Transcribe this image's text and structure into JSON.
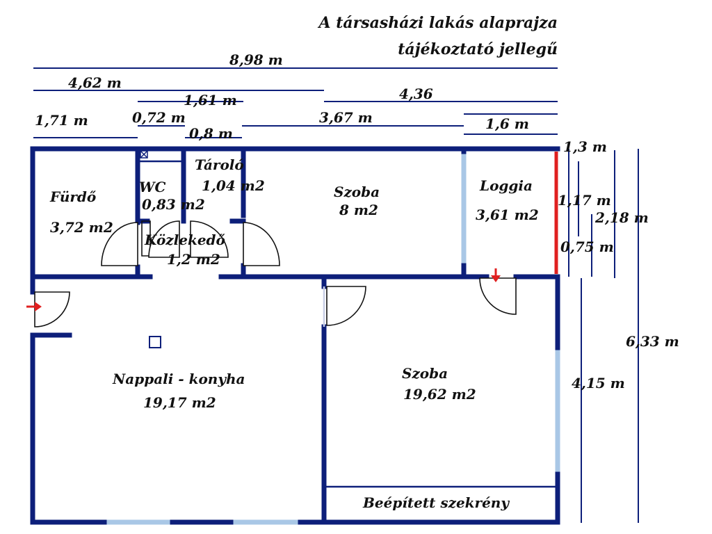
{
  "colors": {
    "wall": "#0d1f7a",
    "window": "#a9c7e6",
    "loggia_edge": "#e02020",
    "arrow": "#e02020",
    "text": "#111111"
  },
  "title": {
    "line1": "A társasházi lakás alaprajza",
    "line2": "tájékoztató jellegű"
  },
  "dimensions": {
    "total_width": "8,98 m",
    "left_width": "4,62 m",
    "right_width": "4,36",
    "storage_width": "1,61 m",
    "bath_width": "1,71 m",
    "wc_width": "0,72 m",
    "small_width": "0,8 m",
    "room_width": "3,67 m",
    "loggia_width": "1,6 m",
    "loggia_depth": "1,3 m",
    "loggia_segment": "1,17 m",
    "right_depth": "2,18 m",
    "wall_segment": "0,75 m",
    "total_depth": "6,33 m",
    "lower_depth": "4,15 m"
  },
  "rooms": {
    "bathroom": {
      "name": "Fürdő",
      "area": "3,72 m2"
    },
    "wc": {
      "name": "WC",
      "area": "0,83 m2"
    },
    "storage": {
      "name": "Tároló",
      "area": "1,04 m2"
    },
    "corridor": {
      "name": "Közlekedő",
      "area": "1,2 m2"
    },
    "room_small": {
      "name": "Szoba",
      "area": "8 m2"
    },
    "loggia": {
      "name": "Loggia",
      "area": "3,61 m2"
    },
    "living": {
      "name": "Nappali - konyha",
      "area": "19,17 m2"
    },
    "room_large": {
      "name": "Szoba",
      "area": "19,62 m2"
    },
    "wardrobe": {
      "name": "Beépített szekrény"
    }
  }
}
